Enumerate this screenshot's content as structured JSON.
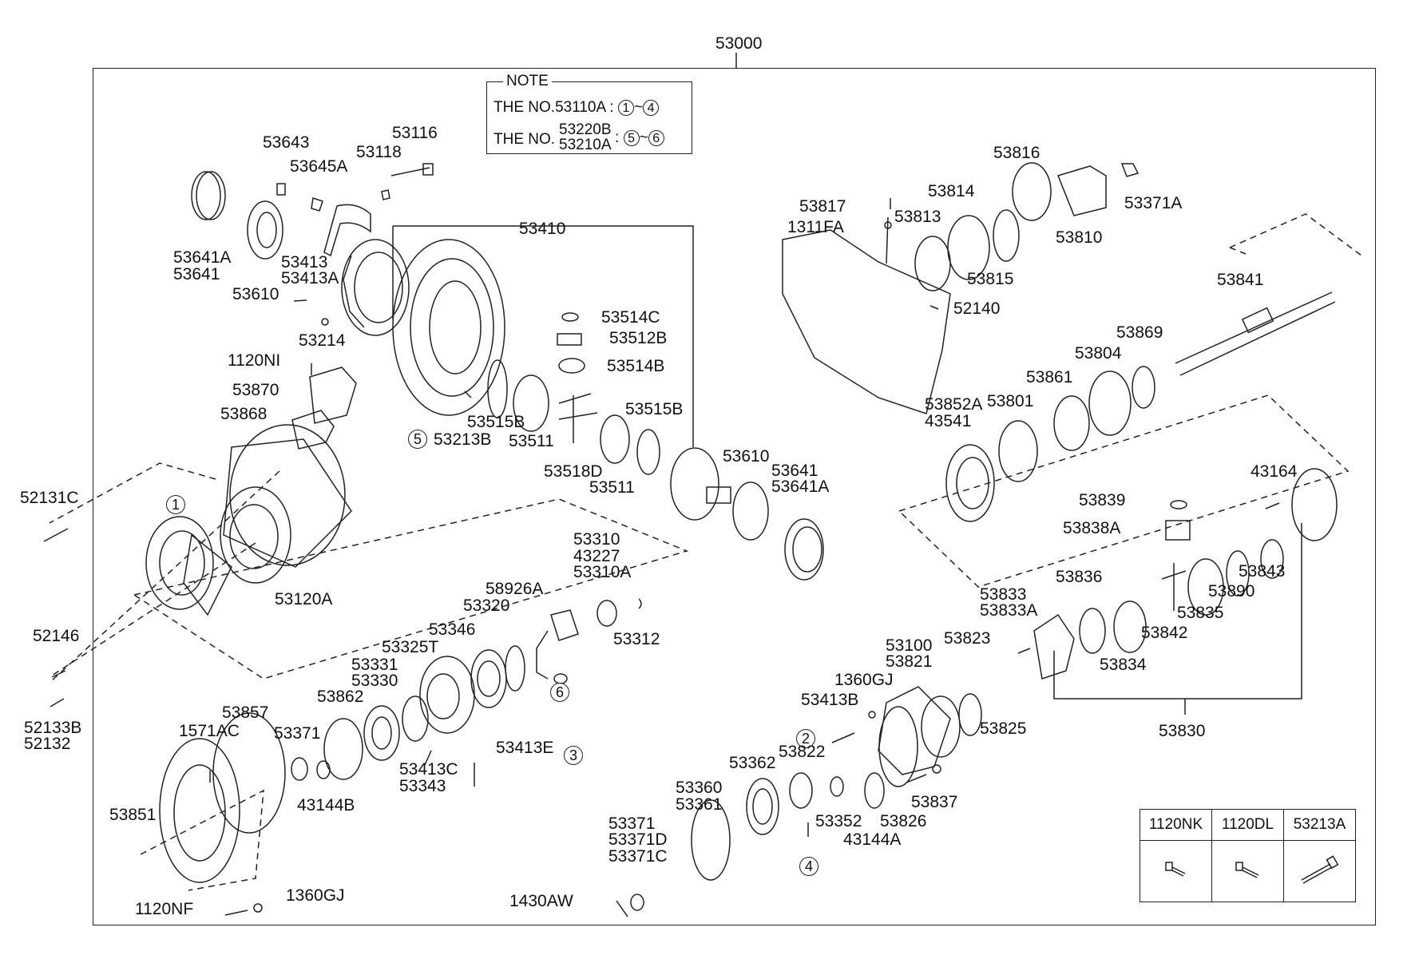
{
  "assembly_no": "53000",
  "note": {
    "title": "NOTE",
    "row1_prefix": "THE NO.",
    "row1_part": "53110A",
    "row1_range_from": "1",
    "row1_range_to": "4",
    "row2_prefix": "THE NO.",
    "row2_part_a": "53220B",
    "row2_part_b": "53210A",
    "row2_range_from": "5",
    "row2_range_to": "6",
    "range_sep": "~",
    "colon": ":"
  },
  "legend": {
    "col1": "1120NK",
    "col2": "1120DL",
    "col3": "53213A"
  },
  "circled_refs": [
    "1",
    "2",
    "3",
    "4",
    "5",
    "6"
  ],
  "part_labels": {
    "p53643": "53643",
    "p53645A": "53645A",
    "p53118": "53118",
    "p53116": "53116",
    "p53641A_l": "53641A",
    "p53641_l": "53641",
    "p53610_l": "53610",
    "p53413": "53413",
    "p53413A": "53413A",
    "p53214": "53214",
    "p53410": "53410",
    "p53514C": "53514C",
    "p53512B": "53512B",
    "p53514B": "53514B",
    "p1120NI": "1120NI",
    "p53870": "53870",
    "p53868": "53868",
    "p53515B_a": "53515B",
    "p53213B": "53213B",
    "p53511_a": "53511",
    "p53515B_b": "53515B",
    "p53518D": "53518D",
    "p53511_b": "53511",
    "p53610_r": "53610",
    "p53641_r": "53641",
    "p53641A_r": "53641A",
    "p52131C": "52131C",
    "p53120A": "53120A",
    "p52146": "52146",
    "p52133B": "52133B",
    "p52132": "52132",
    "p53310": "53310",
    "p43227": "43227",
    "p53310A": "53310A",
    "p58926A": "58926A",
    "p53320": "53320",
    "p53346": "53346",
    "p53312": "53312",
    "p53325T": "53325T",
    "p53331": "53331",
    "p53330": "53330",
    "p53862": "53862",
    "p53857": "53857",
    "p1571AC": "1571AC",
    "p53371_l": "53371",
    "p43144B": "43144B",
    "p53413C": "53413C",
    "p53343": "53343",
    "p53413E": "53413E",
    "p53851": "53851",
    "p1120NF": "1120NF",
    "p1360GJ_b": "1360GJ",
    "p53817": "53817",
    "p1311FA": "1311FA",
    "p53816": "53816",
    "p53814": "53814",
    "p53813": "53813",
    "p53815": "53815",
    "p53810": "53810",
    "p53371A": "53371A",
    "p52140": "52140",
    "p53841": "53841",
    "p53869": "53869",
    "p53804": "53804",
    "p53861": "53861",
    "p53852A": "53852A",
    "p43541": "43541",
    "p53801": "53801",
    "p43164": "43164",
    "p53839": "53839",
    "p53838A": "53838A",
    "p53843": "53843",
    "p53836": "53836",
    "p53890": "53890",
    "p53835": "53835",
    "p53833": "53833",
    "p53833A": "53833A",
    "p53842": "53842",
    "p53834": "53834",
    "p53100": "53100",
    "p53821": "53821",
    "p53823": "53823",
    "p1360GJ_t": "1360GJ",
    "p53413B": "53413B",
    "p53825": "53825",
    "p53830": "53830",
    "p53822": "53822",
    "p53362": "53362",
    "p53360": "53360",
    "p53361": "53361",
    "p53352": "53352",
    "p43144A": "43144A",
    "p53826": "53826",
    "p53837": "53837",
    "p53371_r": "53371",
    "p53371D": "53371D",
    "p53371C": "53371C",
    "p1430AW": "1430AW"
  }
}
